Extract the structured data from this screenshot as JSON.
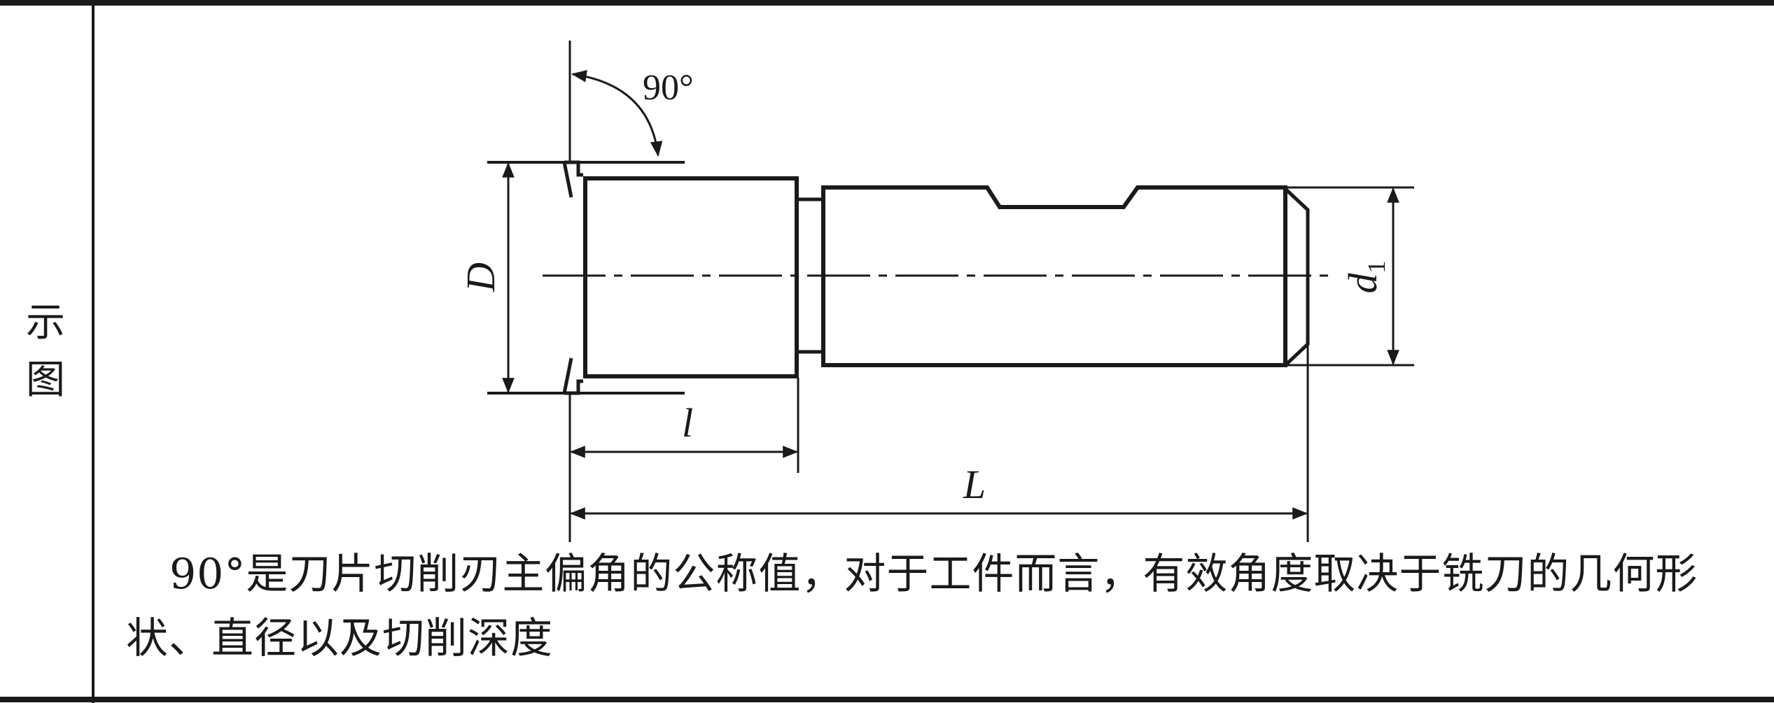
{
  "row_label": [
    "示",
    "图"
  ],
  "diagram": {
    "angle_label": "90°",
    "outer_diameter_label": "D",
    "shank_diameter_label": "d",
    "shank_diameter_subscript": "1",
    "short_length_label": "l",
    "overall_length_label": "L"
  },
  "caption": "90°是刀片切削刃主偏角的公称值，对于工件而言，有效角度取决于铣刀的几何形状、直径以及切削深度"
}
